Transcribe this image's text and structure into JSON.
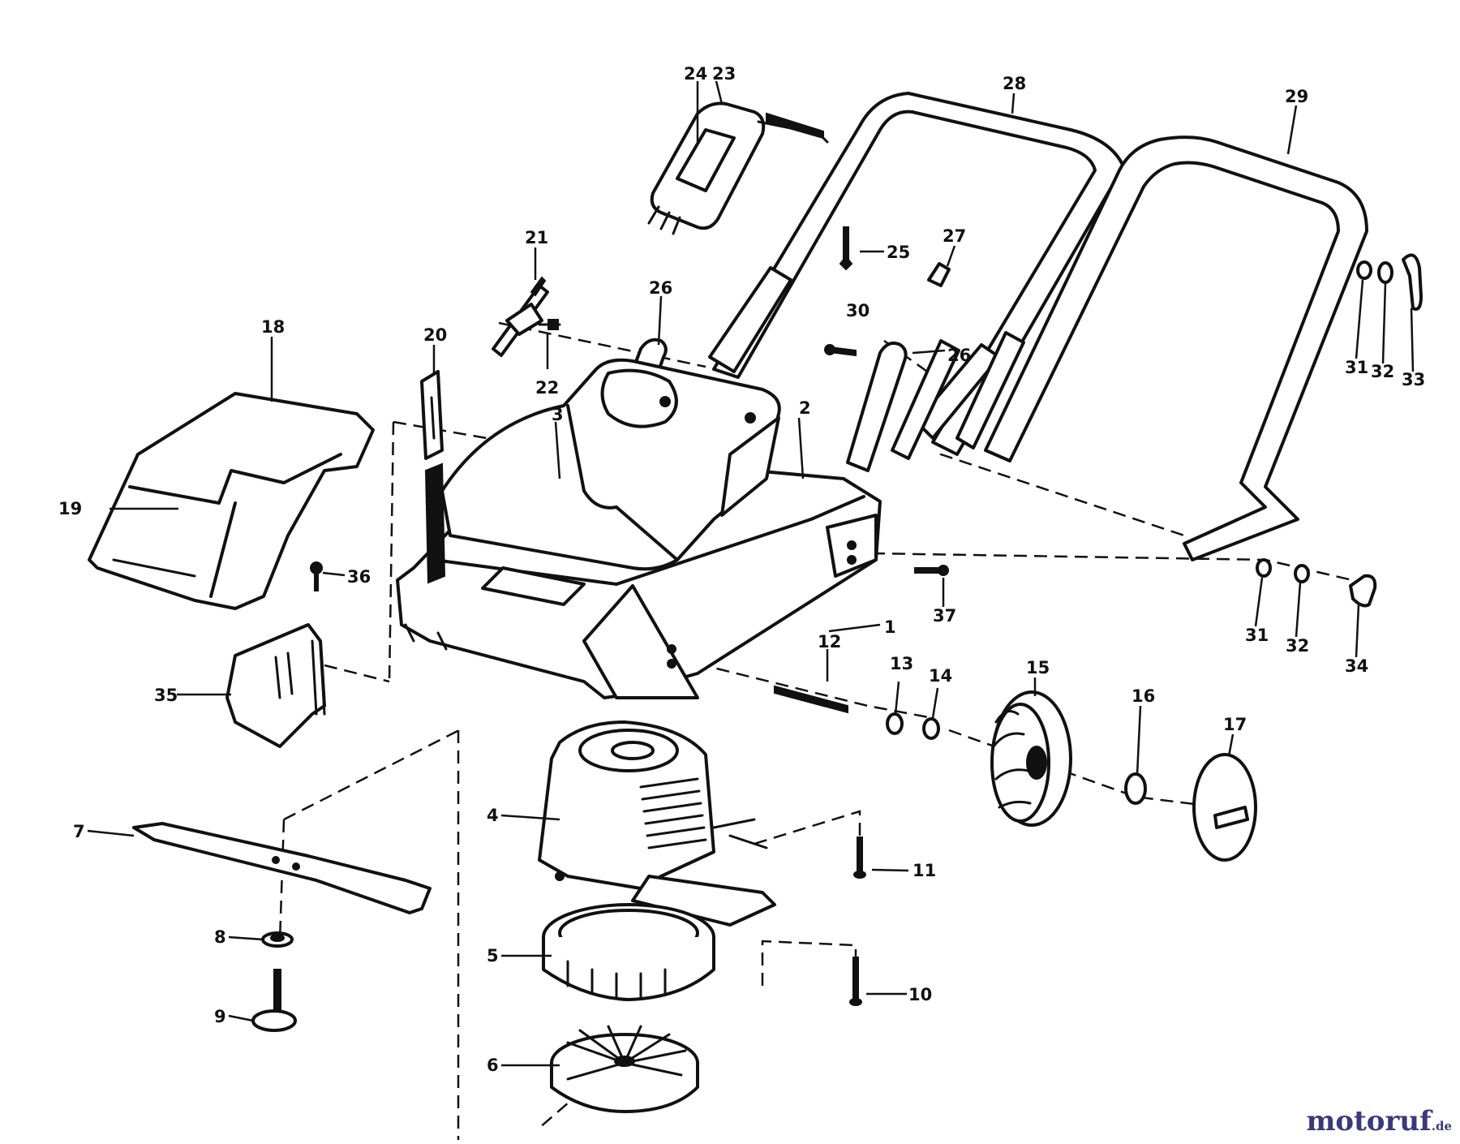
{
  "diagram": {
    "labels": {
      "p1": "1",
      "p2": "2",
      "p3": "3",
      "p4": "4",
      "p5": "5",
      "p6": "6",
      "p7": "7",
      "p8": "8",
      "p9": "9",
      "p10": "10",
      "p11": "11",
      "p12": "12",
      "p13": "13",
      "p14": "14",
      "p15": "15",
      "p16": "16",
      "p17": "17",
      "p18": "18",
      "p19": "19",
      "p20": "20",
      "p21": "21",
      "p22": "22",
      "p23": "23",
      "p24": "24",
      "p25": "25",
      "p26a": "26",
      "p26b": "26",
      "p27": "27",
      "p28": "28",
      "p29": "29",
      "p30": "30",
      "p31a": "31",
      "p31b": "31",
      "p32a": "32",
      "p32b": "32",
      "p33": "33",
      "p34": "34",
      "p35": "35",
      "p36": "36",
      "p37": "37"
    }
  },
  "watermark": {
    "text": "motoruf",
    "tld": ".de"
  }
}
